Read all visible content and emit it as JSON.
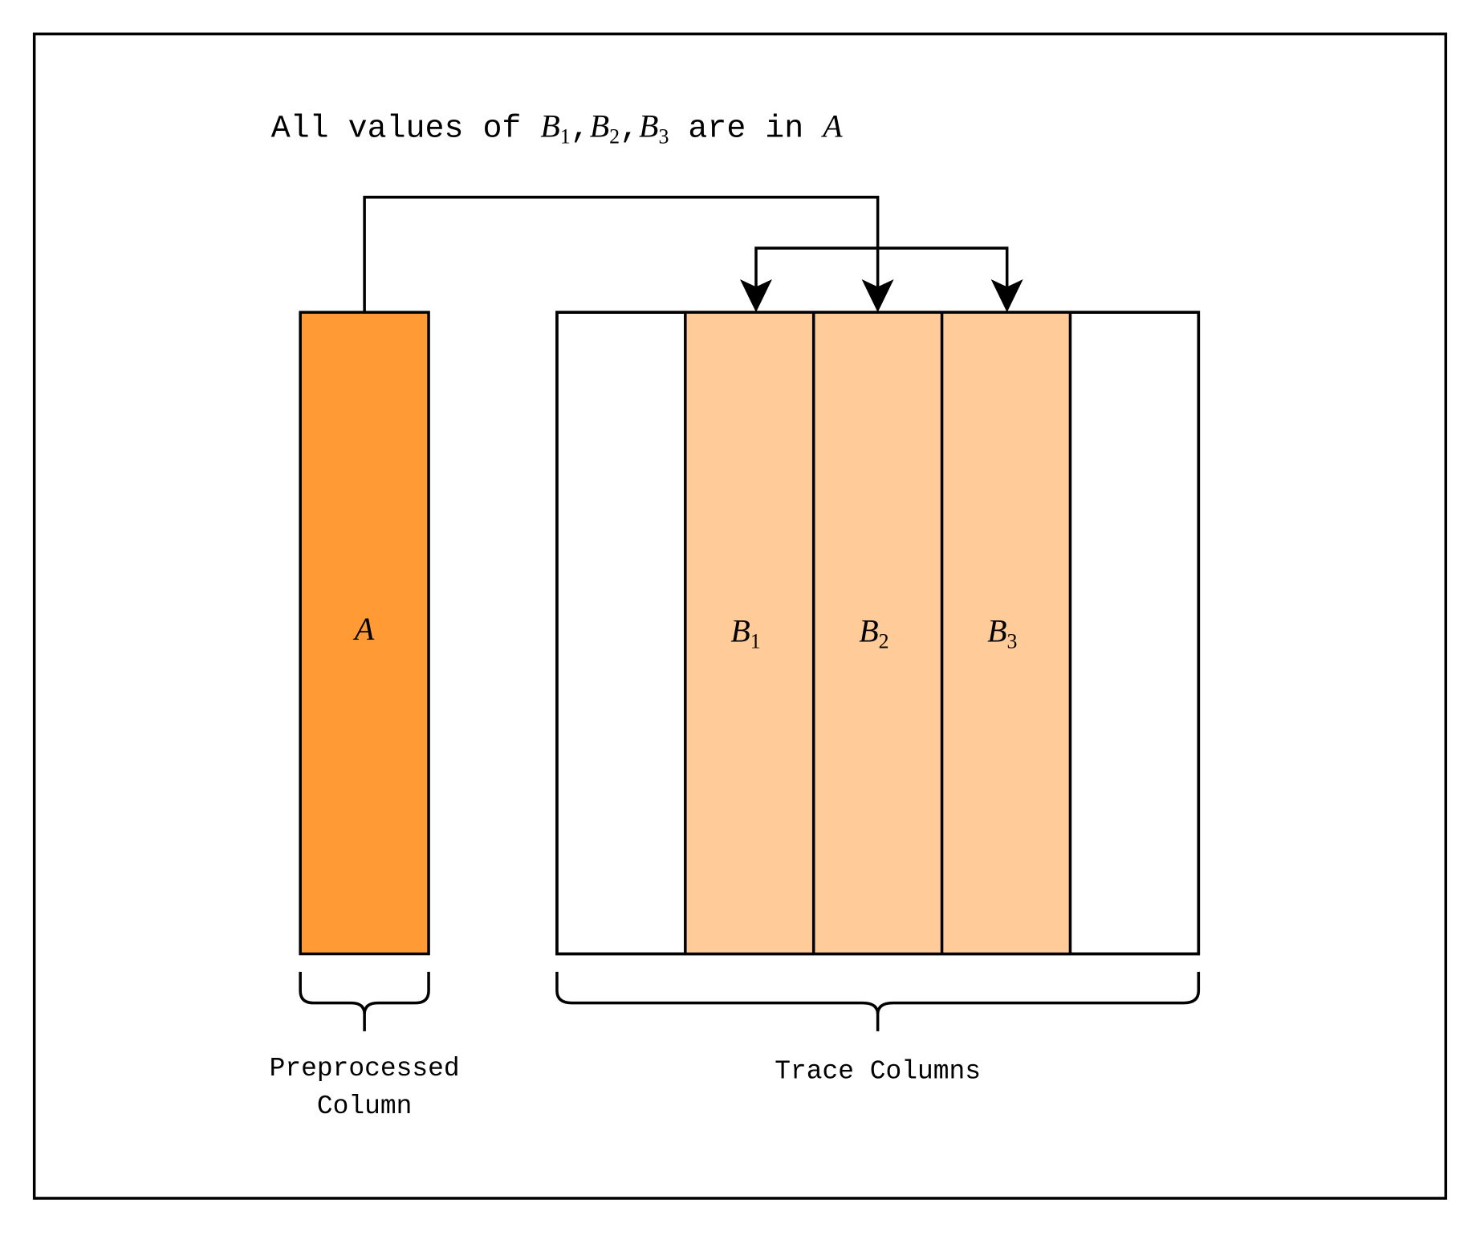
{
  "title": {
    "prefix": "All values of ",
    "b1": "B",
    "b1_sub": "1",
    "sep1": ",",
    "b2": "B",
    "b2_sub": "2",
    "sep2": ",",
    "b3": "B",
    "b3_sub": "3",
    "middle": " are in ",
    "a": "A"
  },
  "preprocessed": {
    "column_label": "A",
    "caption_line1": "Preprocessed",
    "caption_line2": "Column"
  },
  "trace": {
    "columns": [
      {
        "name": "B",
        "sub": "1"
      },
      {
        "name": "B",
        "sub": "2"
      },
      {
        "name": "B",
        "sub": "3"
      }
    ],
    "caption": "Trace Columns"
  },
  "colors": {
    "preprocessed_fill": "#FF9A35",
    "trace_fill": "#FFCC99",
    "stroke": "#000000"
  }
}
